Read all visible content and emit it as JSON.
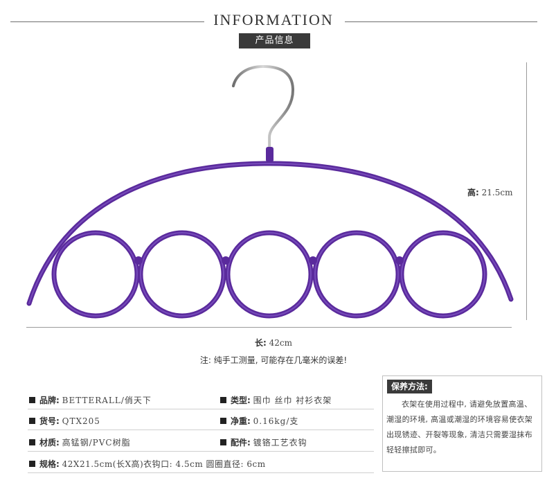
{
  "header": {
    "title": "INFORMATION",
    "badge": "产品信息"
  },
  "dimensions": {
    "height_label": "高:",
    "height_value": "21.5cm",
    "length_label": "长:",
    "length_value": "42cm"
  },
  "note": "注:  纯手工测量,  可能存在几毫米的误差!",
  "specs": {
    "brand": {
      "label": "品牌:",
      "value": "BETTERALL/俏天下"
    },
    "type": {
      "label": "类型:",
      "value": "围巾  丝巾  衬衫衣架"
    },
    "item_no": {
      "label": "货号:",
      "value": "QTX205"
    },
    "weight": {
      "label": "净重:",
      "value": "0.16kg/支"
    },
    "material": {
      "label": "材质:",
      "value": "高锰钢/PVC树脂"
    },
    "parts": {
      "label": "配件:",
      "value": "镀铬工艺衣钩"
    },
    "size": {
      "label": "规格:",
      "value": "42X21.5cm(长X高)衣钩口: 4.5cm  圆圈直径: 6cm"
    }
  },
  "care": {
    "title": "保养方法:",
    "text": "衣架在使用过程中, 请避免放置高温、潮湿的环境, 高温或潮湿的环境容易使衣架出现锈迹、开裂等现象, 清洁只需要湿抹布轻轻擦拭即可。"
  },
  "colors": {
    "hanger": "#5a2a9c",
    "hook": "#9a9a9a"
  }
}
